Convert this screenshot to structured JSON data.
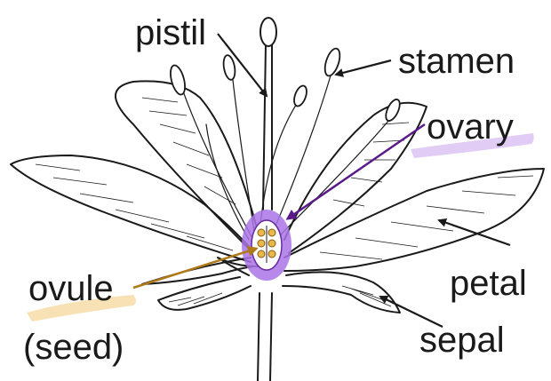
{
  "labels": {
    "pistil": "pistil",
    "stamen": "stamen",
    "ovary": "ovary",
    "ovule_line1": "ovule",
    "ovule_line2": "(seed)",
    "petal": "petal",
    "sepal": "sepal"
  },
  "colors": {
    "ovary_highlight": "#a974e6",
    "ovary_arrow": "#5a1a8a",
    "ovule_highlight": "#f2c98a",
    "ovule_arrow": "#b07a1a",
    "ovule_fill": "#e8b84a",
    "ink": "#1a1a1a"
  }
}
